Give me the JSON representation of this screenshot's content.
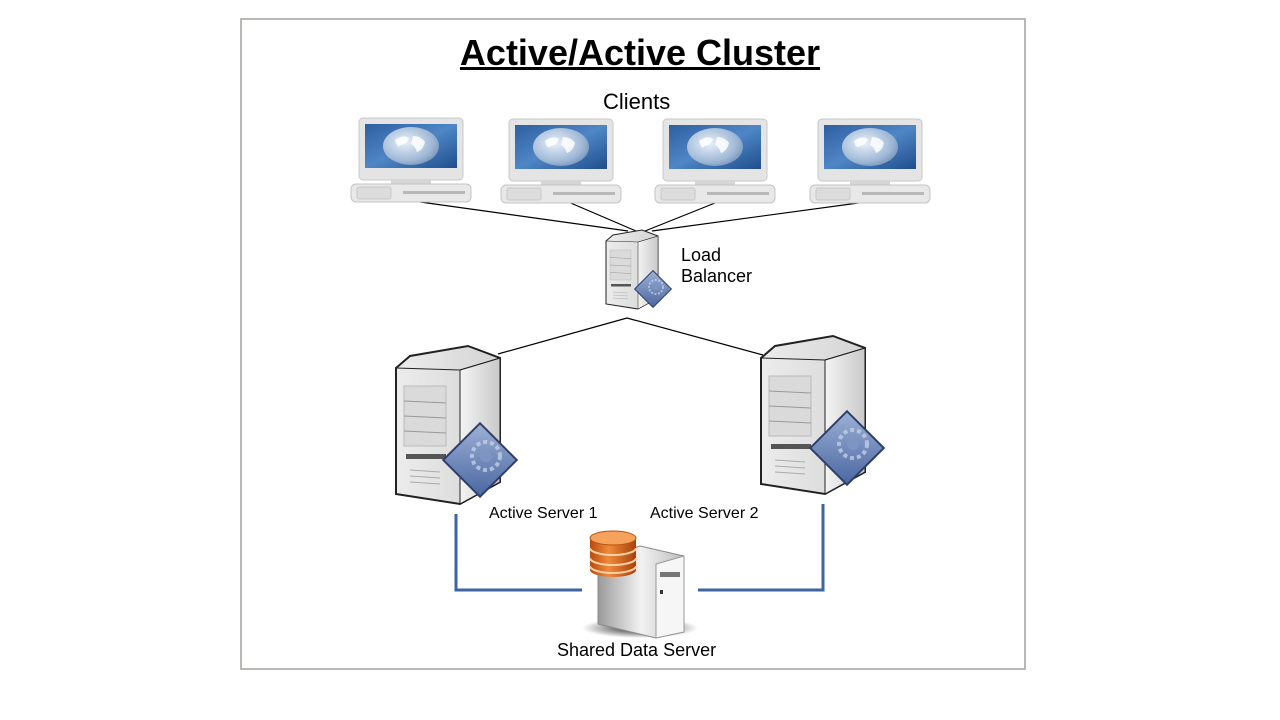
{
  "diagram": {
    "title": "Active/Active Cluster",
    "clients_label": "Clients",
    "clients": [
      {
        "name": "client-1",
        "icon": "laptop-globe-icon"
      },
      {
        "name": "client-2",
        "icon": "laptop-globe-icon"
      },
      {
        "name": "client-3",
        "icon": "laptop-globe-icon"
      },
      {
        "name": "client-4",
        "icon": "laptop-globe-icon"
      }
    ],
    "load_balancer": {
      "label_line1": "Load",
      "label_line2": "Balancer",
      "icon": "server-gear-icon"
    },
    "servers": [
      {
        "label": "Active Server 1",
        "icon": "server-gear-icon"
      },
      {
        "label": "Active Server 2",
        "icon": "server-gear-icon"
      }
    ],
    "data_server": {
      "label": "Shared Data Server",
      "icon": "database-server-icon"
    },
    "colors": {
      "connector": "#000000",
      "storage_link": "#3d66a0",
      "frame_border": "#b8b8b4",
      "database_orange": "#e06a1b"
    }
  }
}
